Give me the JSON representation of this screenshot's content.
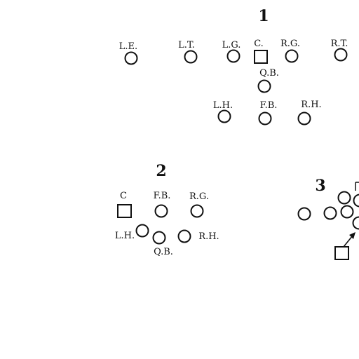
{
  "diagrams": [
    {
      "number": "1",
      "labels": [
        "L.E.",
        "L.T.",
        "L.G.",
        "C.",
        "R.G.",
        "R.T.",
        "Q.B.",
        "L.H.",
        "F.B.",
        "R.H."
      ]
    },
    {
      "number": "2",
      "labels": [
        "C",
        "F.B.",
        "R.G.",
        "L.H.",
        "Q.B.",
        "R.H."
      ]
    },
    {
      "number": "3",
      "labels": []
    }
  ]
}
